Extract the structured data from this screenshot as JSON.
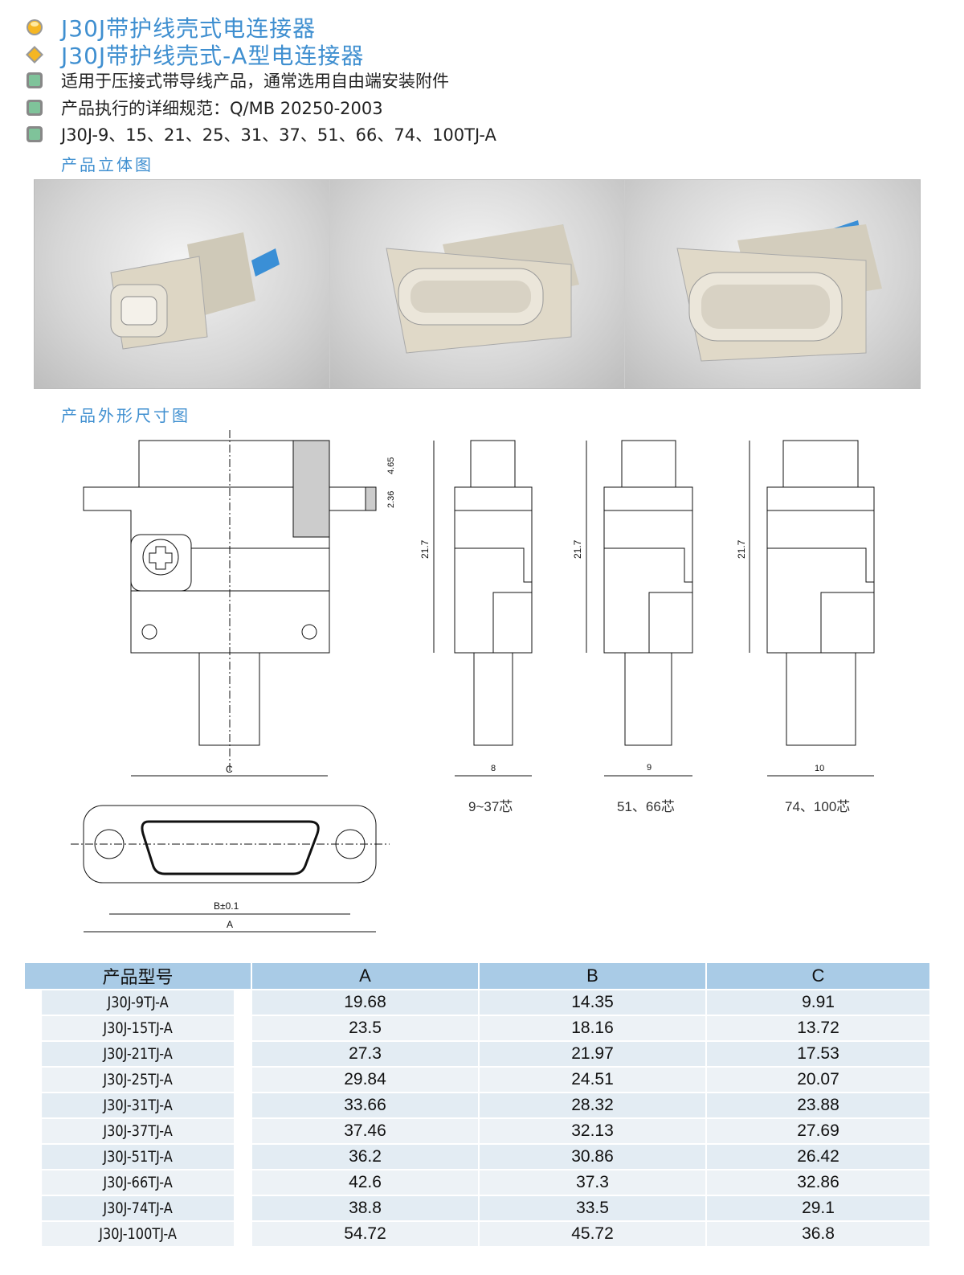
{
  "titles": [
    "J30J带护线壳式电连接器",
    "J30J带护线壳式-A型电连接器"
  ],
  "bullets": [
    "适用于压接式带导线产品，通常选用自由端安装附件",
    "产品执行的详细规范：Q/MB 20250-2003",
    "J30J-9、15、21、25、31、37、51、66、74、100TJ-A"
  ],
  "sections": {
    "photos": "产品立体图",
    "dimensions": "产品外形尺寸图"
  },
  "drawing": {
    "dim_465": "4.65",
    "dim_236": "2.36",
    "dim_c": "C",
    "dim_b": "B±0.1",
    "dim_a": "A",
    "side_views": [
      {
        "height": "21.7",
        "width": "8",
        "caption": "9~37芯"
      },
      {
        "height": "21.7",
        "width": "9",
        "caption": "51、66芯"
      },
      {
        "height": "21.7",
        "width": "10",
        "caption": "74、100芯"
      }
    ]
  },
  "table": {
    "headers": [
      "产品型号",
      "A",
      "B",
      "C"
    ],
    "rows": [
      [
        "J30J-9TJ-A",
        "19.68",
        "14.35",
        "9.91"
      ],
      [
        "J30J-15TJ-A",
        "23.5",
        "18.16",
        "13.72"
      ],
      [
        "J30J-21TJ-A",
        "27.3",
        "21.97",
        "17.53"
      ],
      [
        "J30J-25TJ-A",
        "29.84",
        "24.51",
        "20.07"
      ],
      [
        "J30J-31TJ-A",
        "33.66",
        "28.32",
        "23.88"
      ],
      [
        "J30J-37TJ-A",
        "37.46",
        "32.13",
        "27.69"
      ],
      [
        "J30J-51TJ-A",
        "36.2",
        "30.86",
        "26.42"
      ],
      [
        "J30J-66TJ-A",
        "42.6",
        "37.3",
        "32.86"
      ],
      [
        "J30J-74TJ-A",
        "38.8",
        "33.5",
        "29.1"
      ],
      [
        "J30J-100TJ-A",
        "54.72",
        "45.72",
        "36.8"
      ]
    ]
  }
}
